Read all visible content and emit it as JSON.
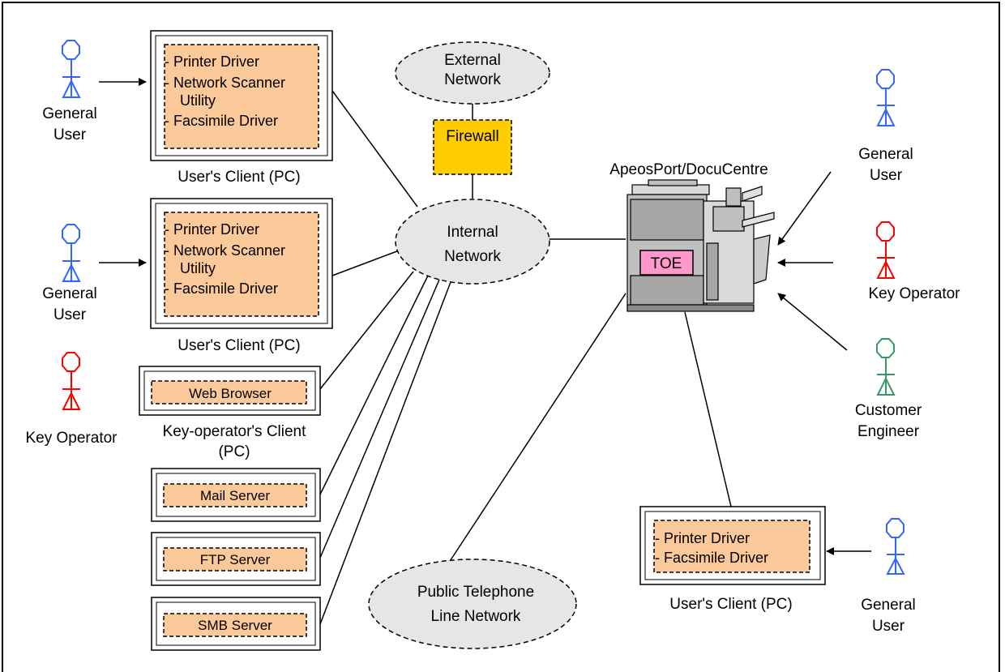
{
  "clients": {
    "top": {
      "items": [
        "- Printer Driver",
        "- Network Scanner",
        "Utility",
        "- Facsimile Driver"
      ],
      "caption": "User's Client (PC)"
    },
    "middle": {
      "items": [
        "- Printer Driver",
        "- Network Scanner",
        "Utility",
        "- Facsimile Driver"
      ],
      "caption": "User's Client (PC)"
    },
    "key_operator": {
      "label": "Web Browser",
      "caption_line1": "Key-operator's Client",
      "caption_line2": "(PC)"
    },
    "bottom_right": {
      "items": [
        "- Printer Driver",
        "- Facsimile Driver"
      ],
      "caption": "User's Client (PC)"
    }
  },
  "servers": {
    "mail": "Mail Server",
    "ftp": "FTP Server",
    "smb": "SMB Server"
  },
  "networks": {
    "external": [
      "External",
      "Network"
    ],
    "internal": [
      "Internal",
      "Network"
    ],
    "public": [
      "Public Telephone",
      "Line Network"
    ]
  },
  "firewall": "Firewall",
  "device": {
    "name": "ApeosPort/DocuCentre",
    "toe": "TOE"
  },
  "actors": {
    "general_user_1": [
      "General",
      "User"
    ],
    "general_user_2": [
      "General",
      "User"
    ],
    "key_operator_left": [
      "Key Operator"
    ],
    "general_user_right": [
      "General",
      "User"
    ],
    "key_operator_right": [
      "Key Operator"
    ],
    "customer_engineer": [
      "Customer",
      "Engineer"
    ],
    "general_user_bottom": [
      "General",
      "User"
    ]
  },
  "colors": {
    "general_user": "#3366ff",
    "key_operator": "#ff0000",
    "customer_engineer": "#339966",
    "software_fill": "#fcc99a",
    "firewall_fill": "#ffcc00",
    "cloud_fill": "#e6e6e6",
    "toe_fill": "#ff99cc"
  }
}
